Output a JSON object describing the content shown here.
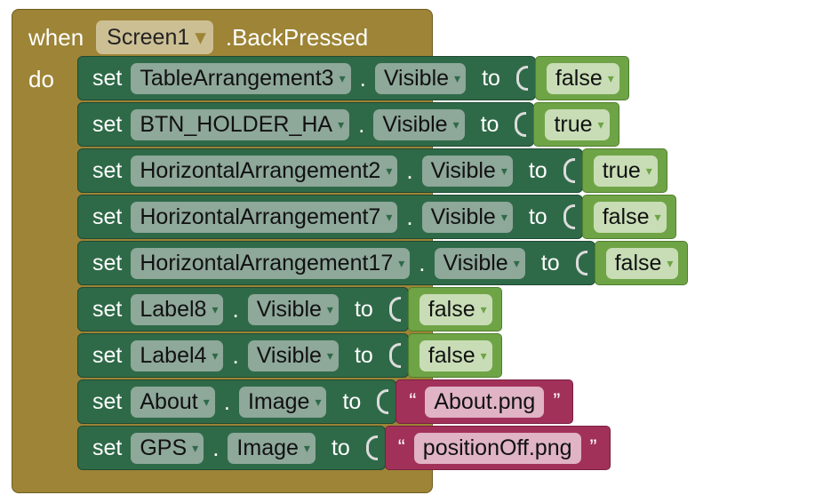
{
  "event": {
    "when_label": "when",
    "component": "Screen1",
    "event_name": ".BackPressed",
    "do_label": "do"
  },
  "statements": [
    {
      "set": "set",
      "component": "TableArrangement3",
      "dot": ".",
      "property": "Visible",
      "to": "to",
      "kind": "bool",
      "value": "false"
    },
    {
      "set": "set",
      "component": "BTN_HOLDER_HA",
      "dot": ".",
      "property": "Visible",
      "to": "to",
      "kind": "bool",
      "value": "true"
    },
    {
      "set": "set",
      "component": "HorizontalArrangement2",
      "dot": ".",
      "property": "Visible",
      "to": "to",
      "kind": "bool",
      "value": "true"
    },
    {
      "set": "set",
      "component": "HorizontalArrangement7",
      "dot": ".",
      "property": "Visible",
      "to": "to",
      "kind": "bool",
      "value": "false"
    },
    {
      "set": "set",
      "component": "HorizontalArrangement17",
      "dot": ".",
      "property": "Visible",
      "to": "to",
      "kind": "bool",
      "value": "false"
    },
    {
      "set": "set",
      "component": "Label8",
      "dot": ".",
      "property": "Visible",
      "to": "to",
      "kind": "bool",
      "value": "false"
    },
    {
      "set": "set",
      "component": "Label4",
      "dot": ".",
      "property": "Visible",
      "to": "to",
      "kind": "bool",
      "value": "false"
    },
    {
      "set": "set",
      "component": "About",
      "dot": ".",
      "property": "Image",
      "to": "to",
      "kind": "text",
      "value": "About.png"
    },
    {
      "set": "set",
      "component": "GPS",
      "dot": ".",
      "property": "Image",
      "to": "to",
      "kind": "text",
      "value": "positionOff.png"
    }
  ],
  "quote_open": "“",
  "quote_close": "”",
  "icons": {
    "dropdown": "chevron-down-icon"
  },
  "colors": {
    "event_block": "#9d8436",
    "set_block": "#2f6a48",
    "bool_block": "#6fa446",
    "text_block": "#a23159"
  }
}
